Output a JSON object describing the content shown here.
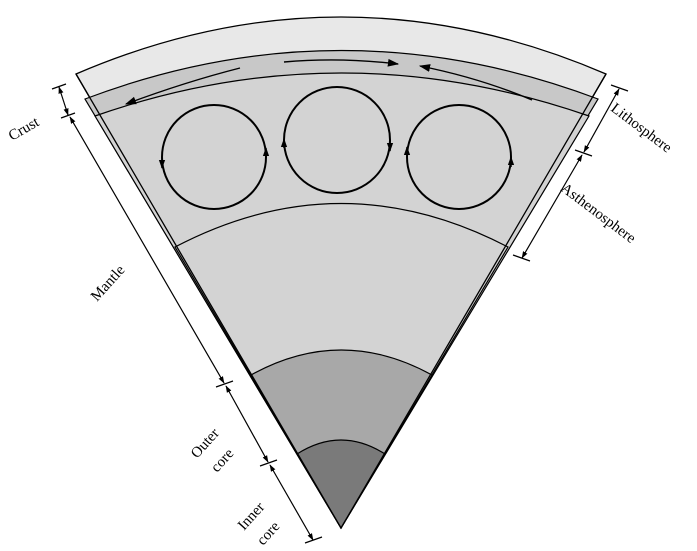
{
  "labels": {
    "crust": "Crust",
    "mantle": "Mantle",
    "outer_core_line1": "Outer",
    "outer_core_line2": "core",
    "inner_core_line1": "Inner",
    "inner_core_line2": "core",
    "lithosphere": "Lithosphere",
    "asthenosphere": "Asthenosphere"
  },
  "colors": {
    "crust": "#e8e8e8",
    "lithosphere": "#c8c8c8",
    "asthenosphere": "#d3d3d3",
    "lower_mantle": "#d3d3d3",
    "outer_core": "#a8a8a8",
    "inner_core": "#7a7a7a",
    "lines": "#000000"
  }
}
